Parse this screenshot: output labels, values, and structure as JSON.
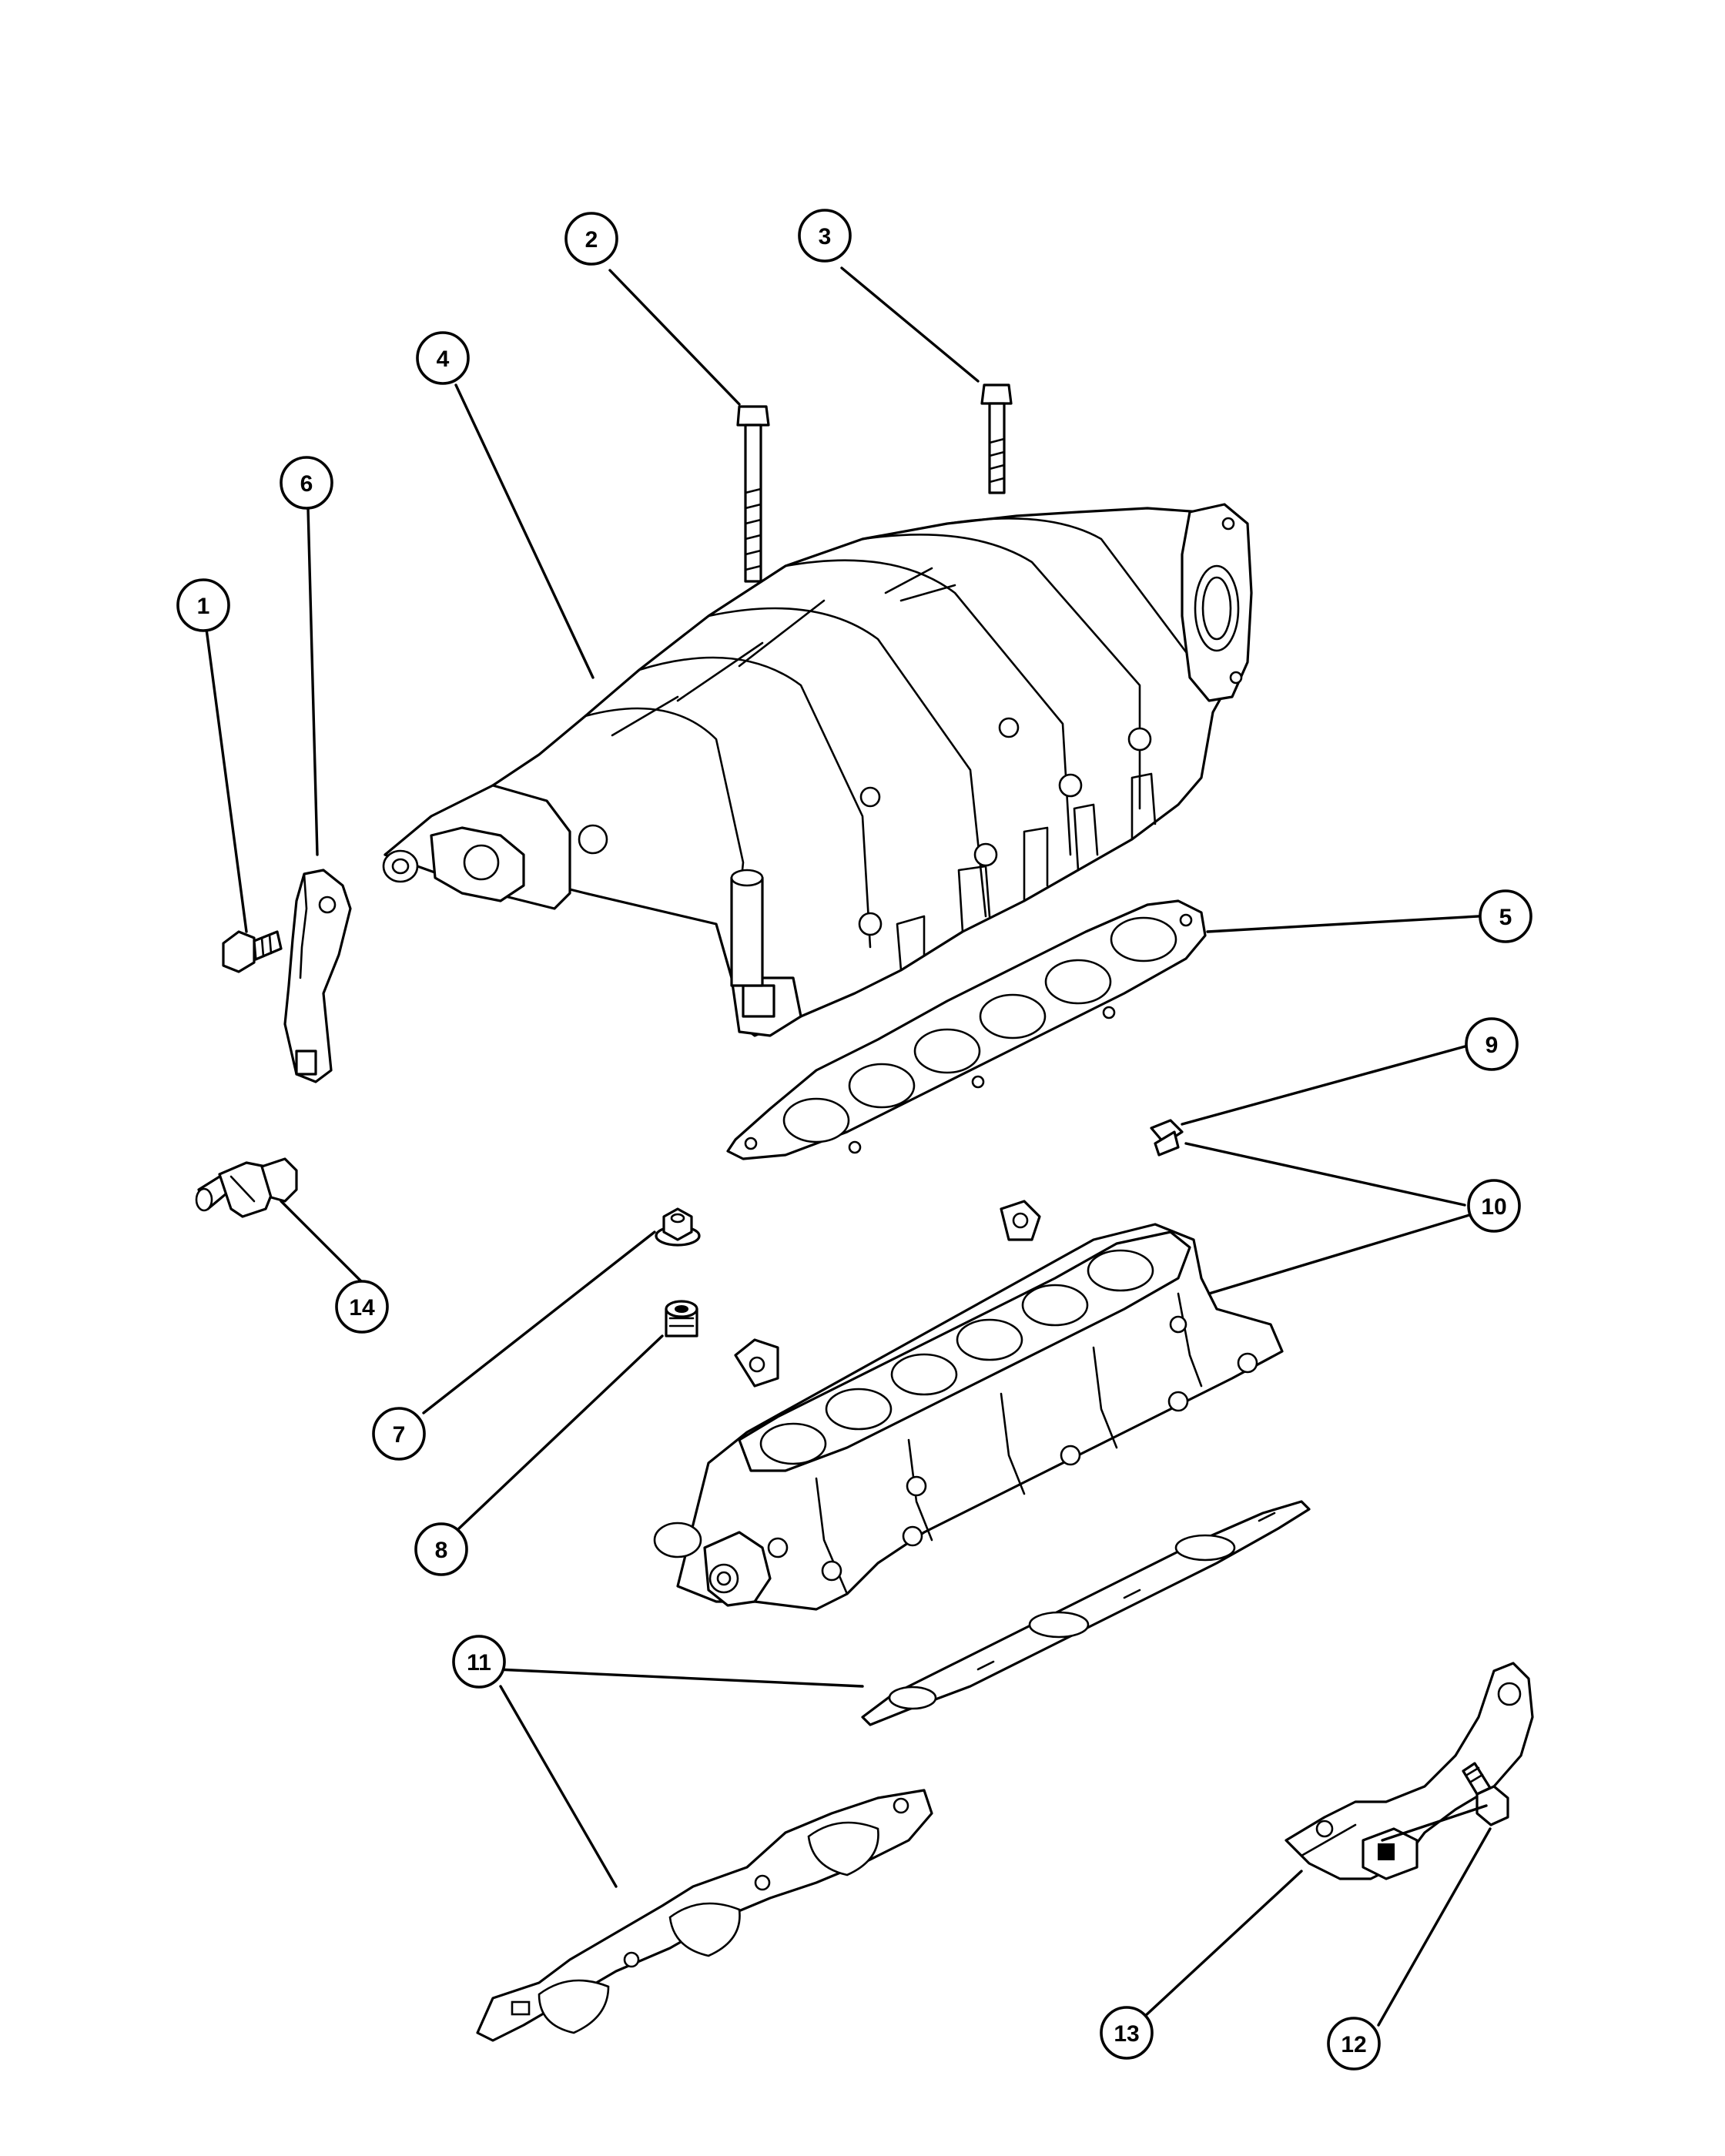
{
  "diagram": {
    "callouts": [
      {
        "id": "1",
        "label": "1"
      },
      {
        "id": "2",
        "label": "2"
      },
      {
        "id": "3",
        "label": "3"
      },
      {
        "id": "4",
        "label": "4"
      },
      {
        "id": "5",
        "label": "5"
      },
      {
        "id": "6",
        "label": "6"
      },
      {
        "id": "7",
        "label": "7"
      },
      {
        "id": "8",
        "label": "8"
      },
      {
        "id": "9",
        "label": "9"
      },
      {
        "id": "10",
        "label": "10"
      },
      {
        "id": "11",
        "label": "11"
      },
      {
        "id": "12",
        "label": "12"
      },
      {
        "id": "13",
        "label": "13"
      },
      {
        "id": "14",
        "label": "14"
      }
    ],
    "parts": [
      {
        "name": "bolt"
      },
      {
        "name": "long-bolt"
      },
      {
        "name": "long-bolt"
      },
      {
        "name": "upper-intake-manifold"
      },
      {
        "name": "upper-manifold-gasket"
      },
      {
        "name": "support-bracket"
      },
      {
        "name": "flange-nut"
      },
      {
        "name": "spacer-nut"
      },
      {
        "name": "stud"
      },
      {
        "name": "lower-intake-manifold"
      },
      {
        "name": "lower-manifold-gaskets"
      },
      {
        "name": "bracket-bolt"
      },
      {
        "name": "lower-support-bracket"
      },
      {
        "name": "sensor"
      }
    ]
  }
}
